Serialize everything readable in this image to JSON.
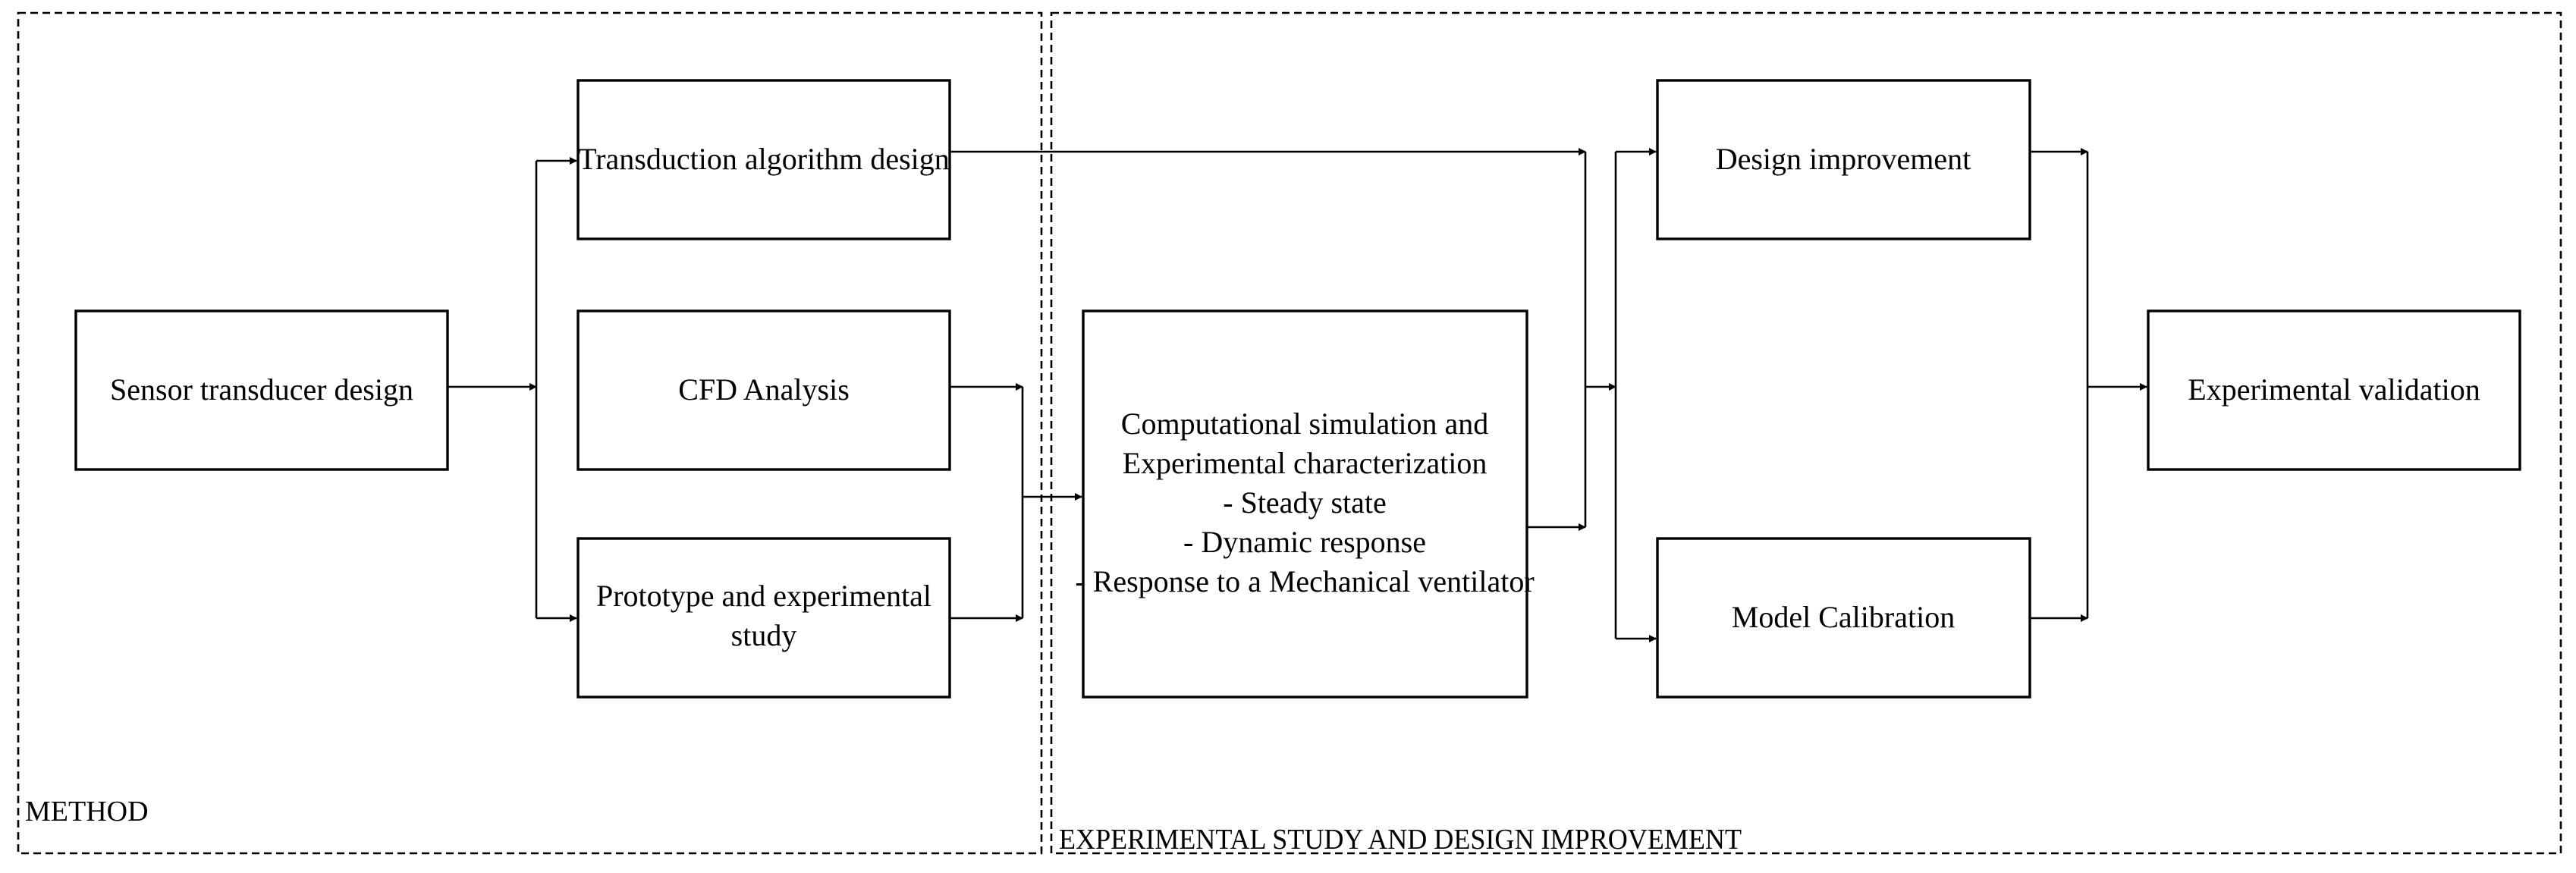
{
  "regions": {
    "method": "METHOD",
    "experimental": "EXPERIMENTAL STUDY AND DESIGN IMPROVEMENT"
  },
  "nodes": {
    "sensor": [
      "Sensor transducer design"
    ],
    "transduction": [
      "Transduction algorithm design"
    ],
    "cfd": [
      "CFD Analysis"
    ],
    "prototype": [
      "Prototype and experimental",
      "study"
    ],
    "computational": [
      "Computational simulation and",
      "Experimental characterization",
      "- Steady state",
      "- Dynamic response",
      "- Response to a Mechanical ventilator"
    ],
    "design_improvement": [
      "Design improvement"
    ],
    "model_calibration": [
      "Model Calibration"
    ],
    "validation": [
      "Experimental validation"
    ]
  }
}
